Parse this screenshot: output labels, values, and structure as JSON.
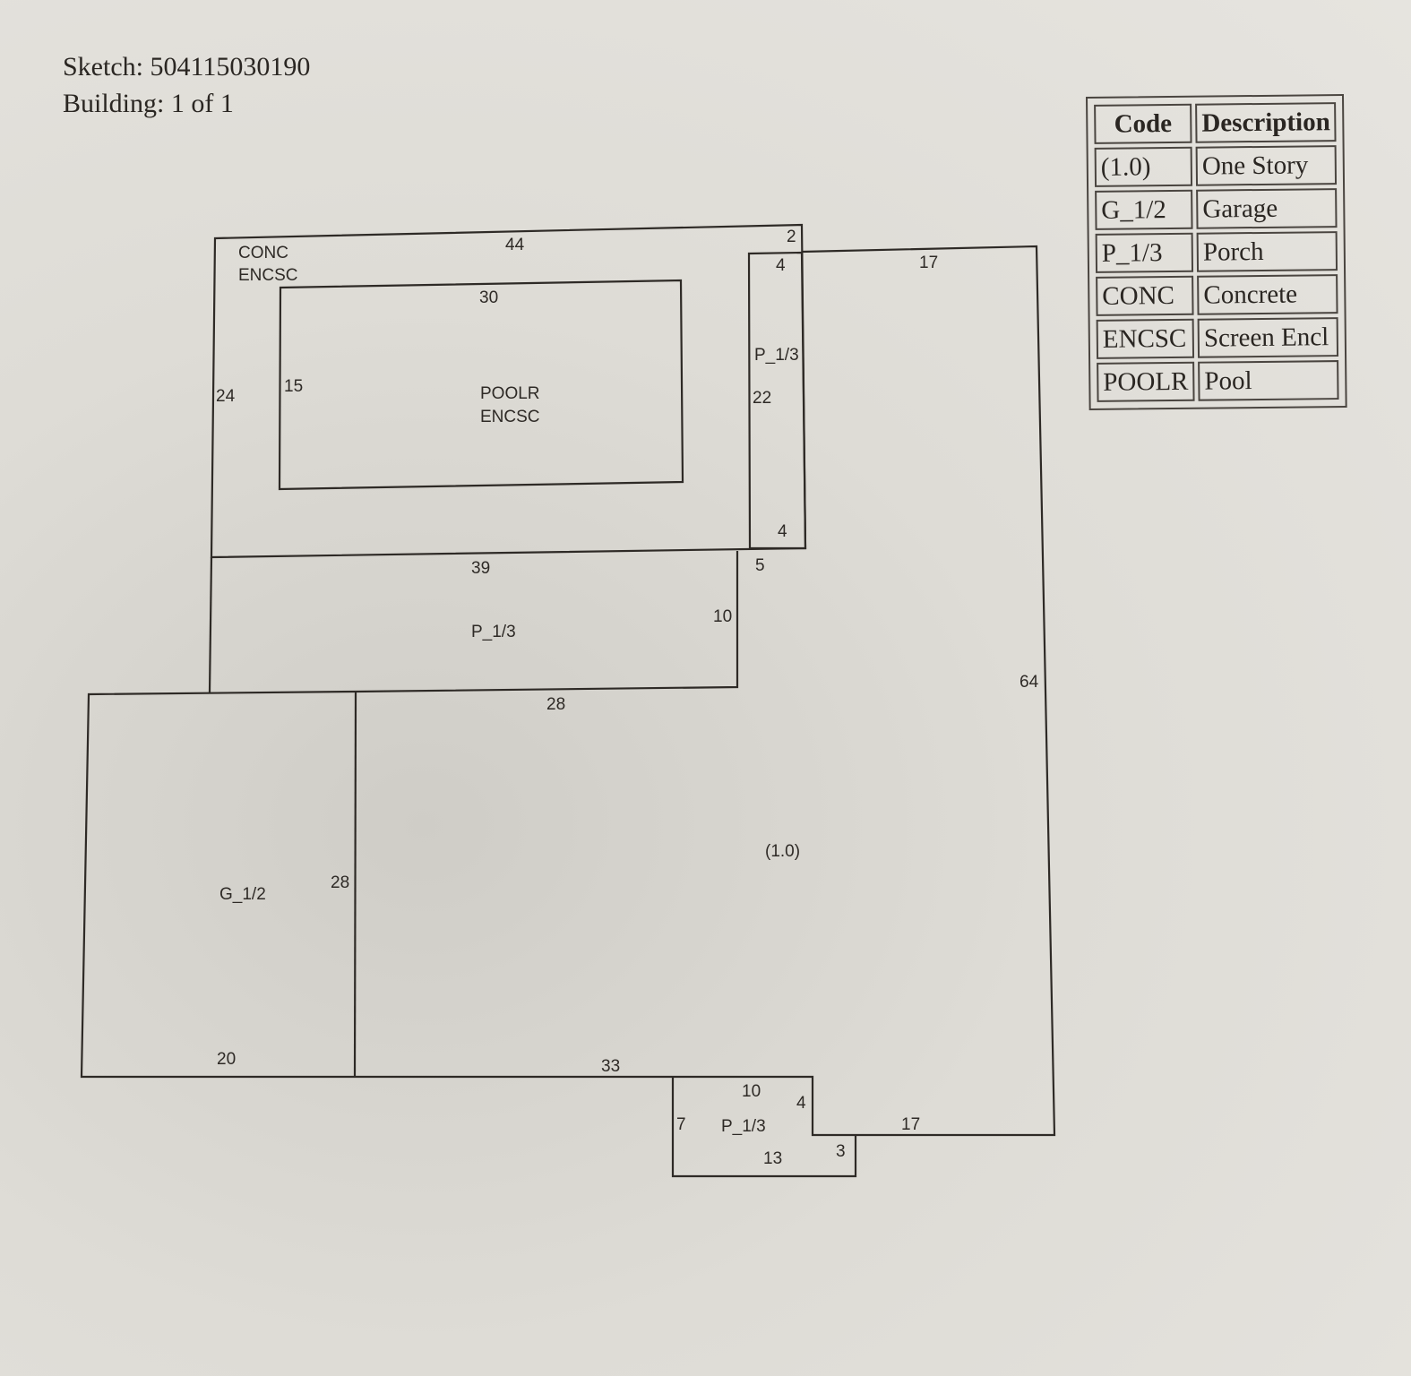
{
  "header": {
    "sketch": "Sketch: 504115030190",
    "building": "Building: 1 of 1"
  },
  "legend": {
    "headers": [
      "Code",
      "Description"
    ],
    "rows": [
      [
        "(1.0)",
        "One Story"
      ],
      [
        "G_1/2",
        "Garage"
      ],
      [
        "P_1/3",
        "Porch"
      ],
      [
        "CONC",
        "Concrete"
      ],
      [
        "ENCSC",
        "Screen Encl"
      ],
      [
        "POOLR",
        "Pool"
      ]
    ]
  },
  "sketch": {
    "areas": {
      "conc": "CONC",
      "encsc": "ENCSC",
      "poolr": "POOLR",
      "poolr_encsc": "ENCSC",
      "porch_right": "P_1/3",
      "porch_mid": "P_1/3",
      "garage": "G_1/2",
      "main": "(1.0)",
      "porch_bottom": "P_1/3"
    },
    "dims": {
      "d44": "44",
      "d2": "2",
      "d17a": "17",
      "d4a": "4",
      "d30": "30",
      "d24": "24",
      "d15": "15",
      "d22": "22",
      "d4b": "4",
      "d39": "39",
      "d5": "5",
      "d10a": "10",
      "d64": "64",
      "d28a": "28",
      "d28b": "28",
      "d20": "20",
      "d33": "33",
      "d10b": "10",
      "d4c": "4",
      "d7": "7",
      "d13": "13",
      "d3": "3",
      "d17b": "17"
    }
  }
}
